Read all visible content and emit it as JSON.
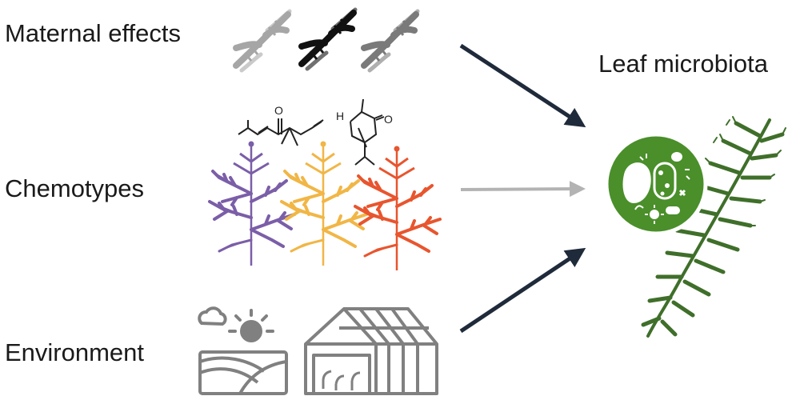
{
  "factors": {
    "maternal": "Maternal effects",
    "chemotypes": "Chemotypes",
    "environment": "Environment"
  },
  "target": {
    "label": "Leaf microbiota"
  },
  "colors": {
    "arrow_dark": "#1f2a3a",
    "arrow_light": "#b3b3b3",
    "dna_1": "#a6a6a6",
    "dna_2": "#111111",
    "dna_3": "#7a7a7a",
    "plant_1": "#7b5ea8",
    "plant_2": "#f1b646",
    "plant_3": "#e8552e",
    "microbe_circle": "#4a8f2a",
    "leaf": "#3f6f2a",
    "environment_icon": "#808080"
  },
  "icons": {
    "maternal": "dna-icons",
    "chemotypes": [
      "molecule-ketone-icon",
      "molecule-thujone-icon",
      "plant-icon"
    ],
    "environment": [
      "cloud-sun-field-icon",
      "greenhouse-icon"
    ],
    "target": [
      "microbes-icon",
      "leaf-icon"
    ]
  }
}
